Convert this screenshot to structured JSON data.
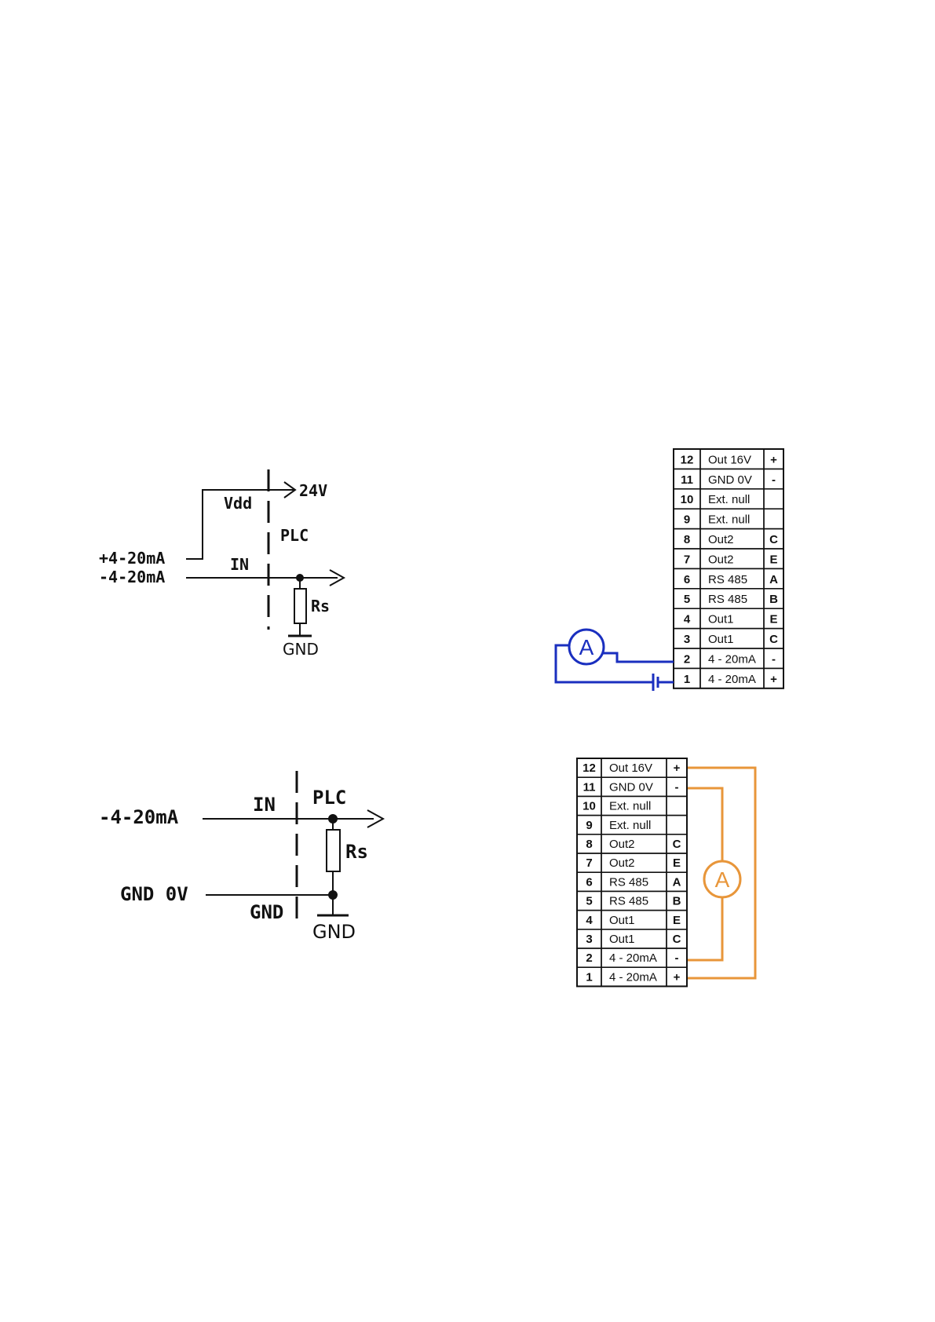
{
  "circuit_top": {
    "labels": {
      "vdd": "Vdd",
      "v24": "24V",
      "plc": "PLC",
      "plus_4_20": "+4-20mA",
      "minus_4_20": "-4-20mA",
      "in": "IN",
      "rs": "Rs",
      "gnd": "GND"
    }
  },
  "circuit_bottom": {
    "labels": {
      "minus_4_20": "-4-20mA",
      "in": "IN",
      "plc": "PLC",
      "rs": "Rs",
      "gnd_0v": "GND 0V",
      "gnd_side": "GND",
      "gnd": "GND"
    }
  },
  "terminal_blue": {
    "accent": "#1a2fbf",
    "meter_label": "A",
    "rows": [
      {
        "num": "12",
        "name": "Out 16V",
        "pol": "+"
      },
      {
        "num": "11",
        "name": "GND 0V",
        "pol": "-"
      },
      {
        "num": "10",
        "name": "Ext. null",
        "pol": ""
      },
      {
        "num": "9",
        "name": "Ext. null",
        "pol": ""
      },
      {
        "num": "8",
        "name": "Out2",
        "pol": "C"
      },
      {
        "num": "7",
        "name": "Out2",
        "pol": "E"
      },
      {
        "num": "6",
        "name": "RS 485",
        "pol": "A"
      },
      {
        "num": "5",
        "name": "RS 485",
        "pol": "B"
      },
      {
        "num": "4",
        "name": "Out1",
        "pol": "E"
      },
      {
        "num": "3",
        "name": "Out1",
        "pol": "C"
      },
      {
        "num": "2",
        "name": "4 - 20mA",
        "pol": "-"
      },
      {
        "num": "1",
        "name": "4 - 20mA",
        "pol": "+"
      }
    ]
  },
  "terminal_orange": {
    "accent": "#e8963a",
    "meter_label": "A",
    "rows": [
      {
        "num": "12",
        "name": "Out 16V",
        "pol": "+"
      },
      {
        "num": "11",
        "name": "GND 0V",
        "pol": "-"
      },
      {
        "num": "10",
        "name": "Ext. null",
        "pol": ""
      },
      {
        "num": "9",
        "name": "Ext. null",
        "pol": ""
      },
      {
        "num": "8",
        "name": "Out2",
        "pol": "C"
      },
      {
        "num": "7",
        "name": "Out2",
        "pol": "E"
      },
      {
        "num": "6",
        "name": "RS 485",
        "pol": "A"
      },
      {
        "num": "5",
        "name": "RS 485",
        "pol": "B"
      },
      {
        "num": "4",
        "name": "Out1",
        "pol": "E"
      },
      {
        "num": "3",
        "name": "Out1",
        "pol": "C"
      },
      {
        "num": "2",
        "name": "4 - 20mA",
        "pol": "-"
      },
      {
        "num": "1",
        "name": "4 - 20mA",
        "pol": "+"
      }
    ]
  }
}
